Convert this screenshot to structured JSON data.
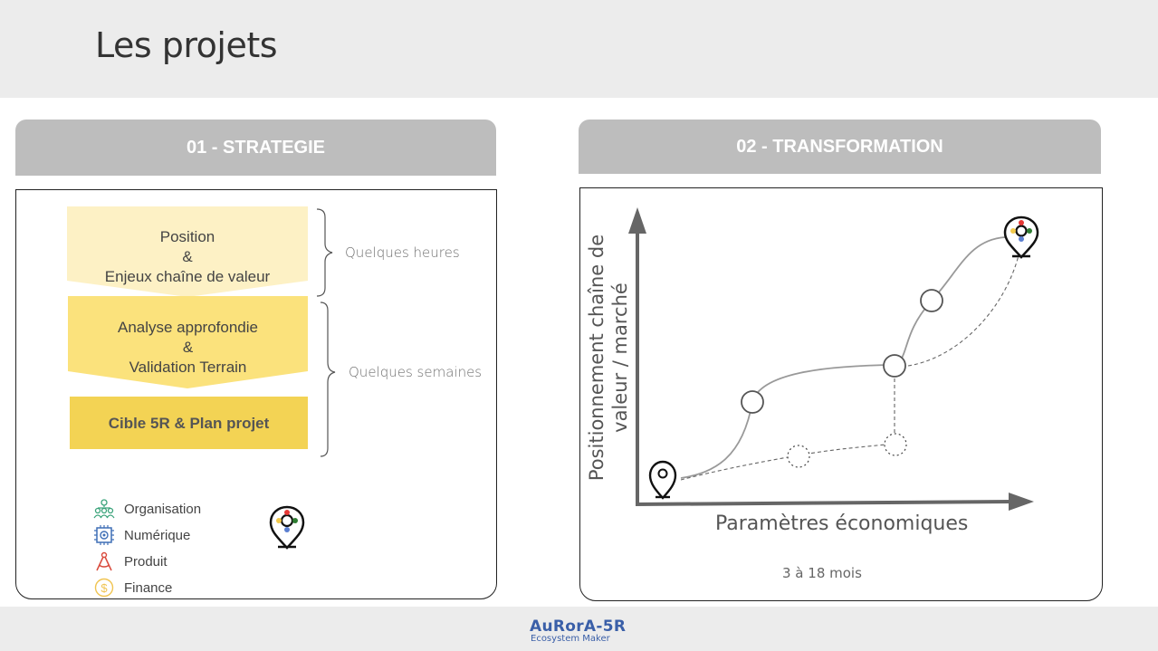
{
  "title": "Les projets",
  "tabs": {
    "strategy": "01 - STRATEGIE",
    "transformation": "02 - TRANSFORMATION"
  },
  "strategy": {
    "steps": [
      {
        "lines": [
          "Position",
          "&",
          "Enjeux chaîne de valeur"
        ],
        "color": "#fdf1c5"
      },
      {
        "lines": [
          "Analyse approfondie",
          "&",
          "Validation Terrain"
        ],
        "color": "#fbe27c"
      },
      {
        "lines": [
          "Cible 5R & Plan projet"
        ],
        "color": "#f3d354"
      }
    ],
    "braces": [
      "Quelques heures",
      "Quelques semaines"
    ],
    "legend": [
      {
        "label": "Organisation",
        "icon": "org-chart-icon",
        "color": "#3aa37a"
      },
      {
        "label": "Numérique",
        "icon": "chip-icon",
        "color": "#3f6fb6"
      },
      {
        "label": "Produit",
        "icon": "compass-icon",
        "color": "#d94a3c"
      },
      {
        "label": "Finance",
        "icon": "coin-icon",
        "color": "#f0c451"
      }
    ]
  },
  "transformation": {
    "y_axis_label": "Positionnement chaîne de valeur / marché",
    "x_axis_label": "Paramètres économiques",
    "duration": "3 à 18 mois"
  },
  "footer": {
    "logo": "AuRorA-5R",
    "tagline": "Ecosystem Maker"
  },
  "colors": {
    "marker_red": "#e53935",
    "marker_green": "#2e7d32",
    "marker_yellow": "#f2c94c",
    "marker_blue": "#5b7fd0"
  }
}
